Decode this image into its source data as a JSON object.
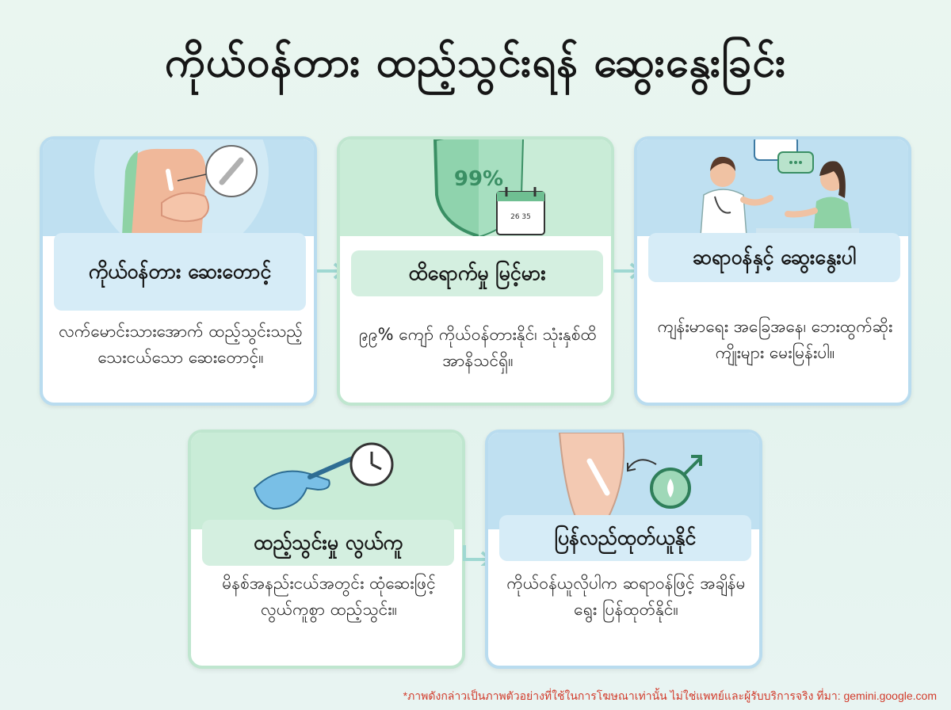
{
  "title": "ကိုယ်ဝန်တား ထည့်သွင်းရန် ဆွေးနွေးခြင်း",
  "cards": [
    {
      "heading": "ကိုယ်ဝန်တား ဆေးတောင့်",
      "description": "လက်မောင်းသားအောက် ထည့်သွင်းသည့် သေးငယ်သော ဆေးတောင့်။",
      "illustration": "arm-implant-illustration"
    },
    {
      "heading": "ထိရောက်မှု မြင့်မား",
      "description": "၉၉% ကျော် ကိုယ်ဝန်တားနိုင်၊ သုံးနှစ်ထိ အာနိသင်ရှိ။",
      "illustration": "shield-calendar-illustration",
      "badge": "99%",
      "calendar_text": "26 35"
    },
    {
      "heading": "ဆရာဝန်နှင့် ဆွေးနွေးပါ",
      "description": "ကျန်းမာရေး အခြေအနေ၊ ဘေးထွက်ဆိုးကျိုးများ မေးမြန်းပါ။",
      "illustration": "doctor-patient-illustration"
    },
    {
      "heading": "ထည့်သွင်းမှု လွယ်ကူ",
      "description": "မိနစ်အနည်းငယ်အတွင်း ထုံဆေးဖြင့် လွယ်ကူစွာ ထည့်သွင်း။",
      "illustration": "gloved-hand-syringe-clock-illustration"
    },
    {
      "heading": "ပြန်လည်ထုတ်ယူနိုင်",
      "description": "ကိုယ်ဝန်ယူလိုပါက ဆရာဝန်ဖြင့် အချိန်မရွေး ပြန်ထုတ်နိုင်။",
      "illustration": "arm-removal-fertility-illustration"
    }
  ],
  "footer": "*ภาพดังกล่าวเป็นภาพตัวอย่างที่ใช้ในการโฆษณาเท่านั้น ไม่ใช่แพทย์และผู้รับบริการจริง ที่มา: gemini.google.com",
  "colors": {
    "blue_panel": "#bfe0f1",
    "green_panel": "#c9ecd7",
    "arrow": "#9fd8d2",
    "footer_text": "#d23a2a"
  }
}
